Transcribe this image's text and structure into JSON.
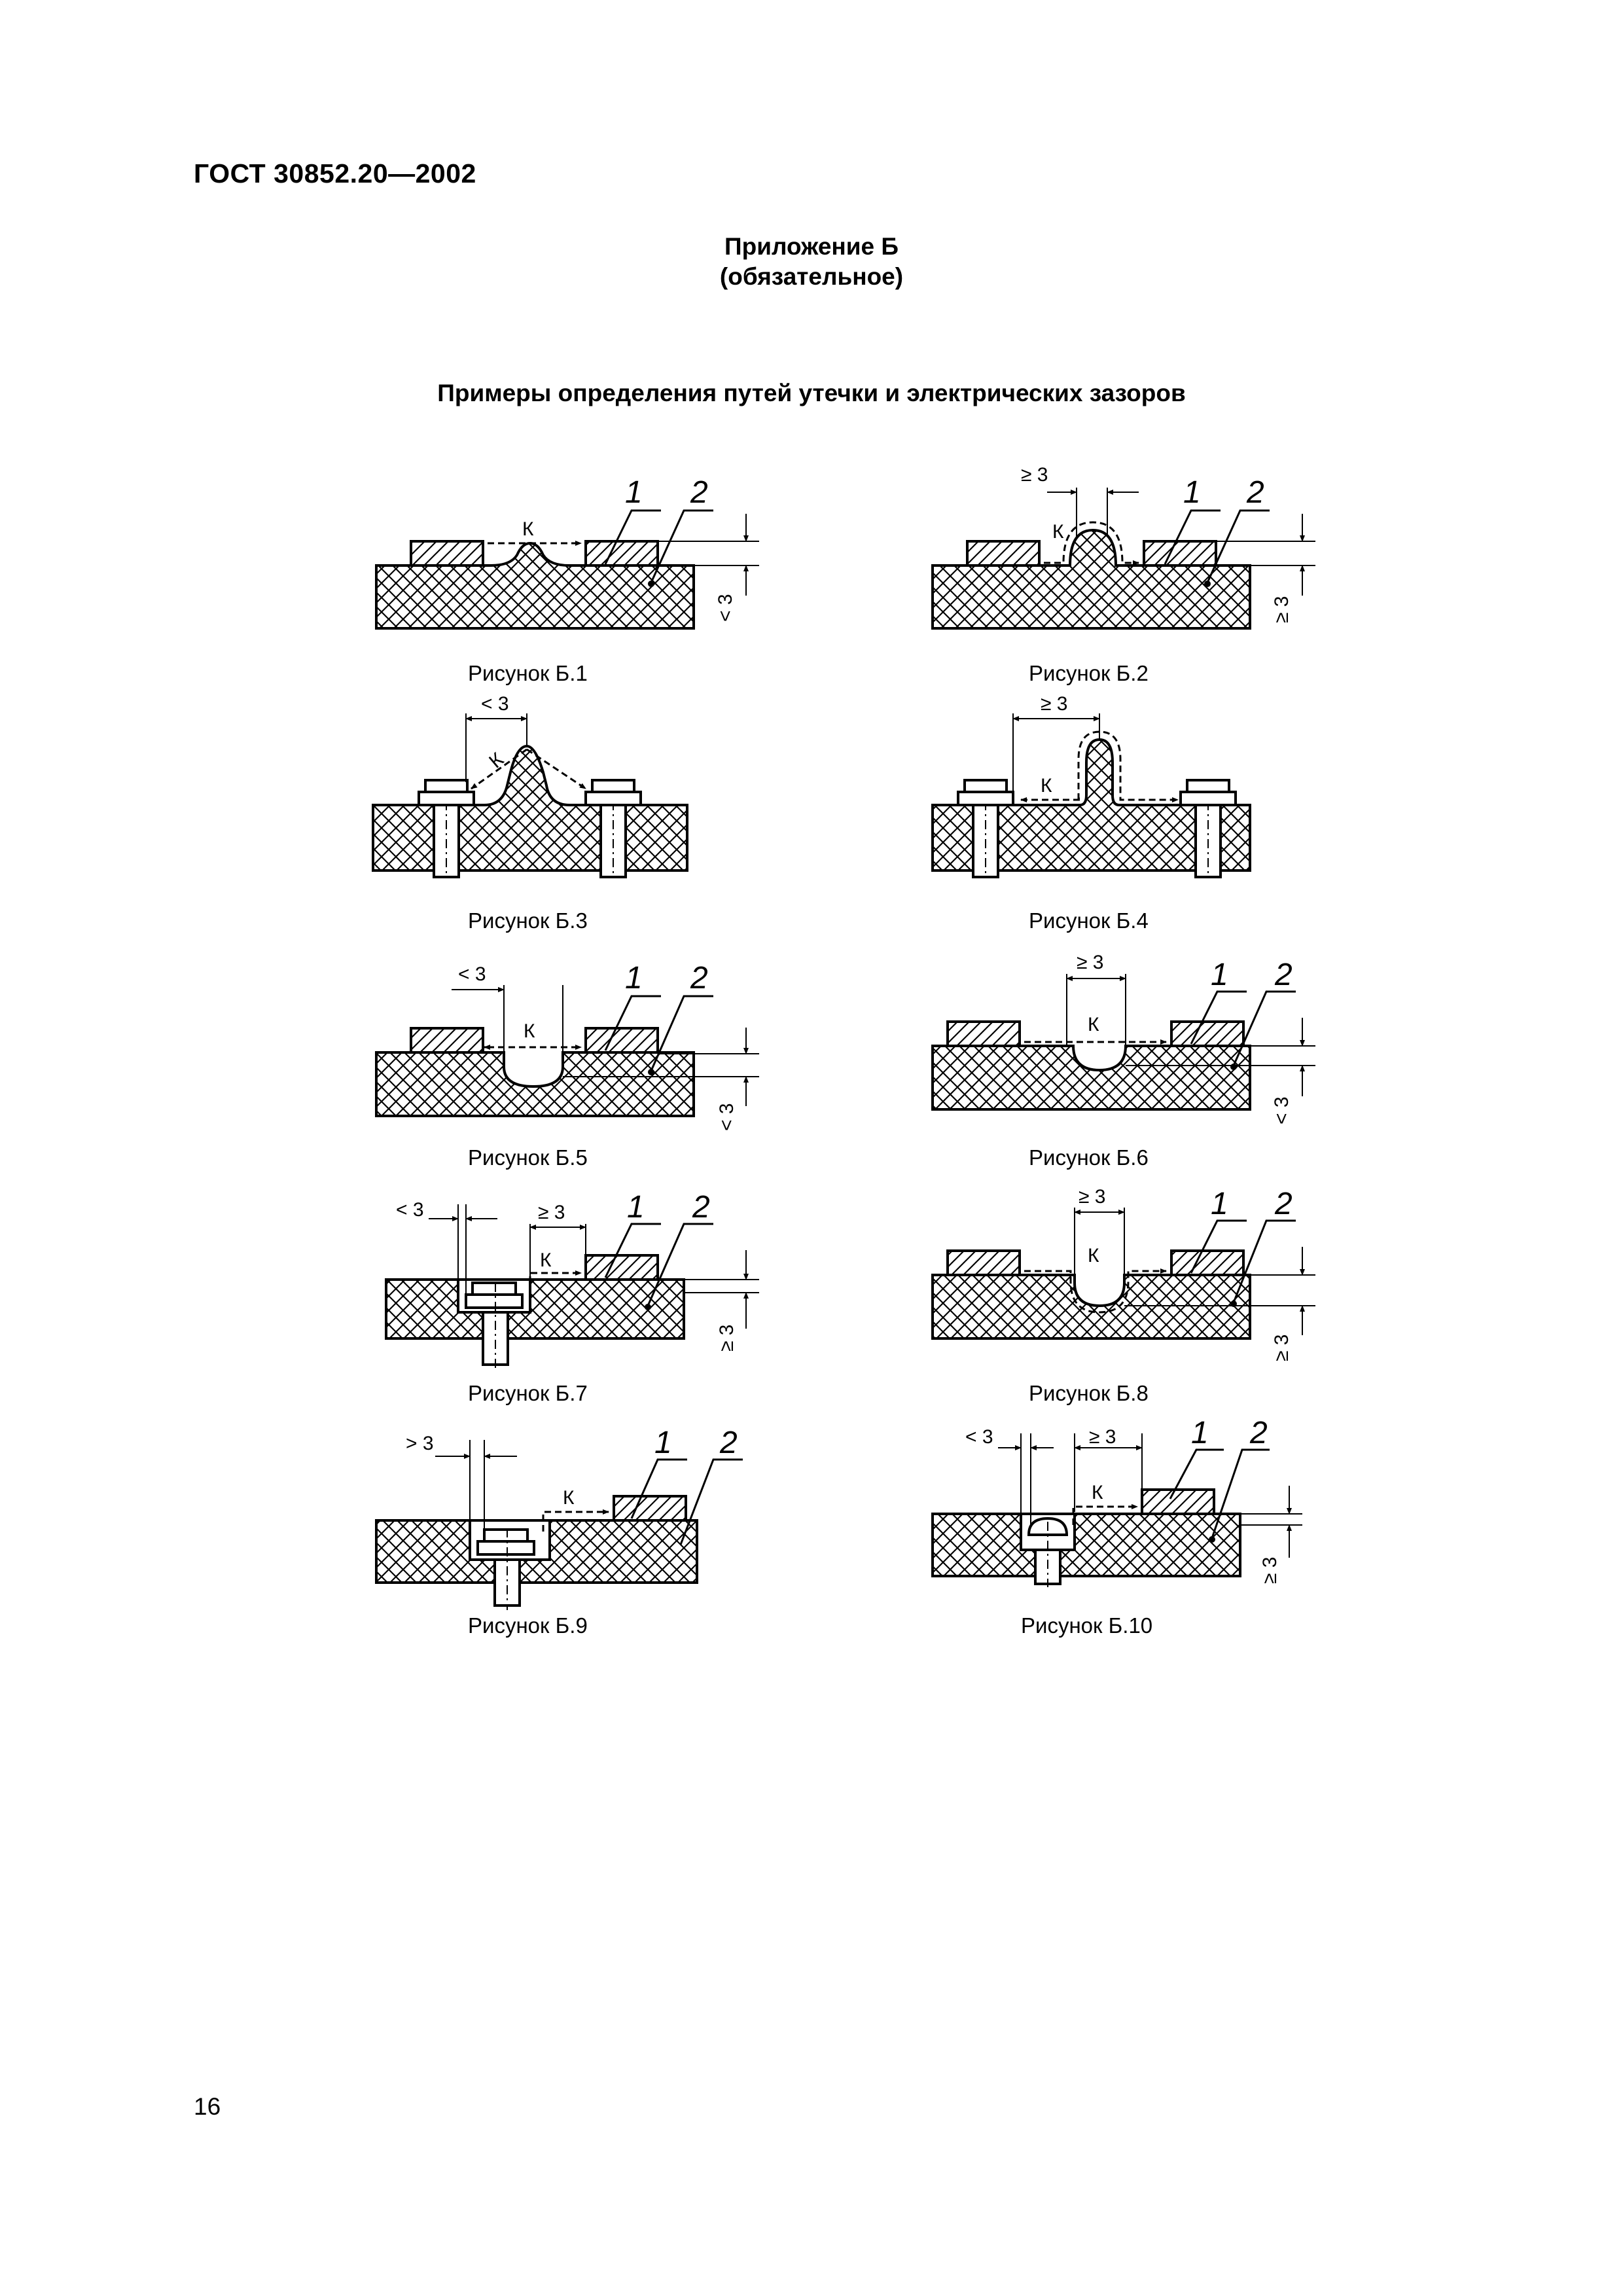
{
  "header": {
    "document_id": "ГОСТ 30852.20—2002"
  },
  "appendix": {
    "title": "Приложение Б",
    "status": "(обязательное)"
  },
  "section_title": "Примеры определения путей утечки и электрических зазоров",
  "figures": [
    {
      "caption": "Рисунок Б.1",
      "dims": [
        "< 3"
      ],
      "path_label": "К",
      "callouts": [
        "1",
        "2"
      ]
    },
    {
      "caption": "Рисунок Б.2",
      "dims": [
        "≥ 3",
        "≥ 3"
      ],
      "path_label": "К",
      "callouts": [
        "1",
        "2"
      ]
    },
    {
      "caption": "Рисунок Б.3",
      "dims": [
        "< 3"
      ],
      "path_label": "К",
      "callouts": []
    },
    {
      "caption": "Рисунок Б.4",
      "dims": [
        "≥ 3"
      ],
      "path_label": "К",
      "callouts": []
    },
    {
      "caption": "Рисунок Б.5",
      "dims": [
        "< 3",
        "< 3"
      ],
      "path_label": "К",
      "callouts": [
        "1",
        "2"
      ]
    },
    {
      "caption": "Рисунок Б.6",
      "dims": [
        "≥ 3",
        "< 3"
      ],
      "path_label": "К",
      "callouts": [
        "1",
        "2"
      ]
    },
    {
      "caption": "Рисунок Б.7",
      "dims": [
        "< 3",
        "≥ 3",
        "≥ 3"
      ],
      "path_label": "К",
      "callouts": [
        "1",
        "2"
      ]
    },
    {
      "caption": "Рисунок Б.8",
      "dims": [
        "≥ 3",
        "≥ 3"
      ],
      "path_label": "К",
      "callouts": [
        "1",
        "2"
      ]
    },
    {
      "caption": "Рисунок Б.9",
      "dims": [
        "> 3"
      ],
      "path_label": "К",
      "callouts": [
        "1",
        "2"
      ]
    },
    {
      "caption": "Рисунок Б.10",
      "dims": [
        "< 3",
        "≥ 3",
        "≥ 3"
      ],
      "path_label": "К",
      "callouts": [
        "1",
        "2"
      ]
    }
  ],
  "page_number": "16"
}
